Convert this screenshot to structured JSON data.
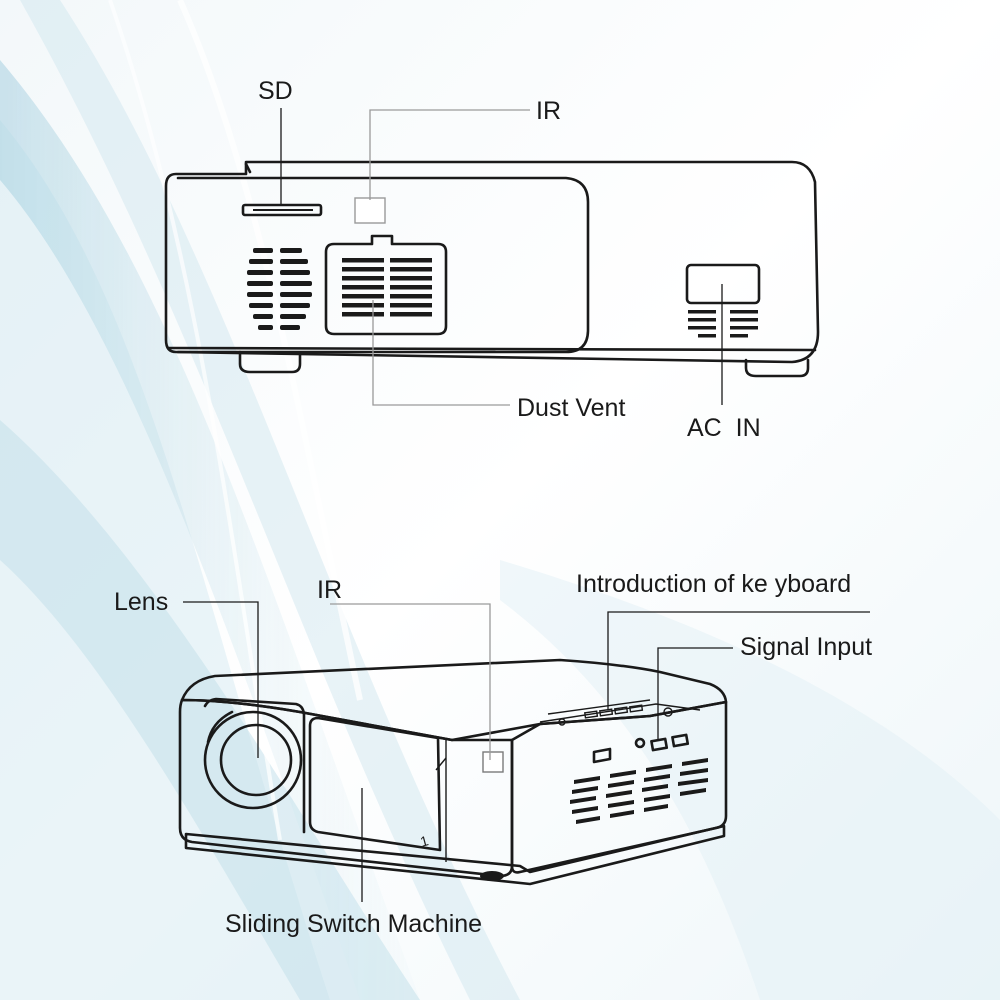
{
  "top_view": {
    "labels": {
      "sd": "SD",
      "ir": "IR",
      "dust_vent": "Dust Vent",
      "ac_in": "AC  IN"
    }
  },
  "bottom_view": {
    "labels": {
      "lens": "Lens",
      "ir": "IR",
      "keyboard": "Introduction of ke yboard",
      "signal_input": "Signal Input",
      "sliding_switch": "Sliding Switch Machine"
    },
    "slide_mark": "1"
  },
  "colors": {
    "background": "#ffffff",
    "swoosh_blue": "#a9d3e2",
    "ink": "#1a1a1a"
  }
}
